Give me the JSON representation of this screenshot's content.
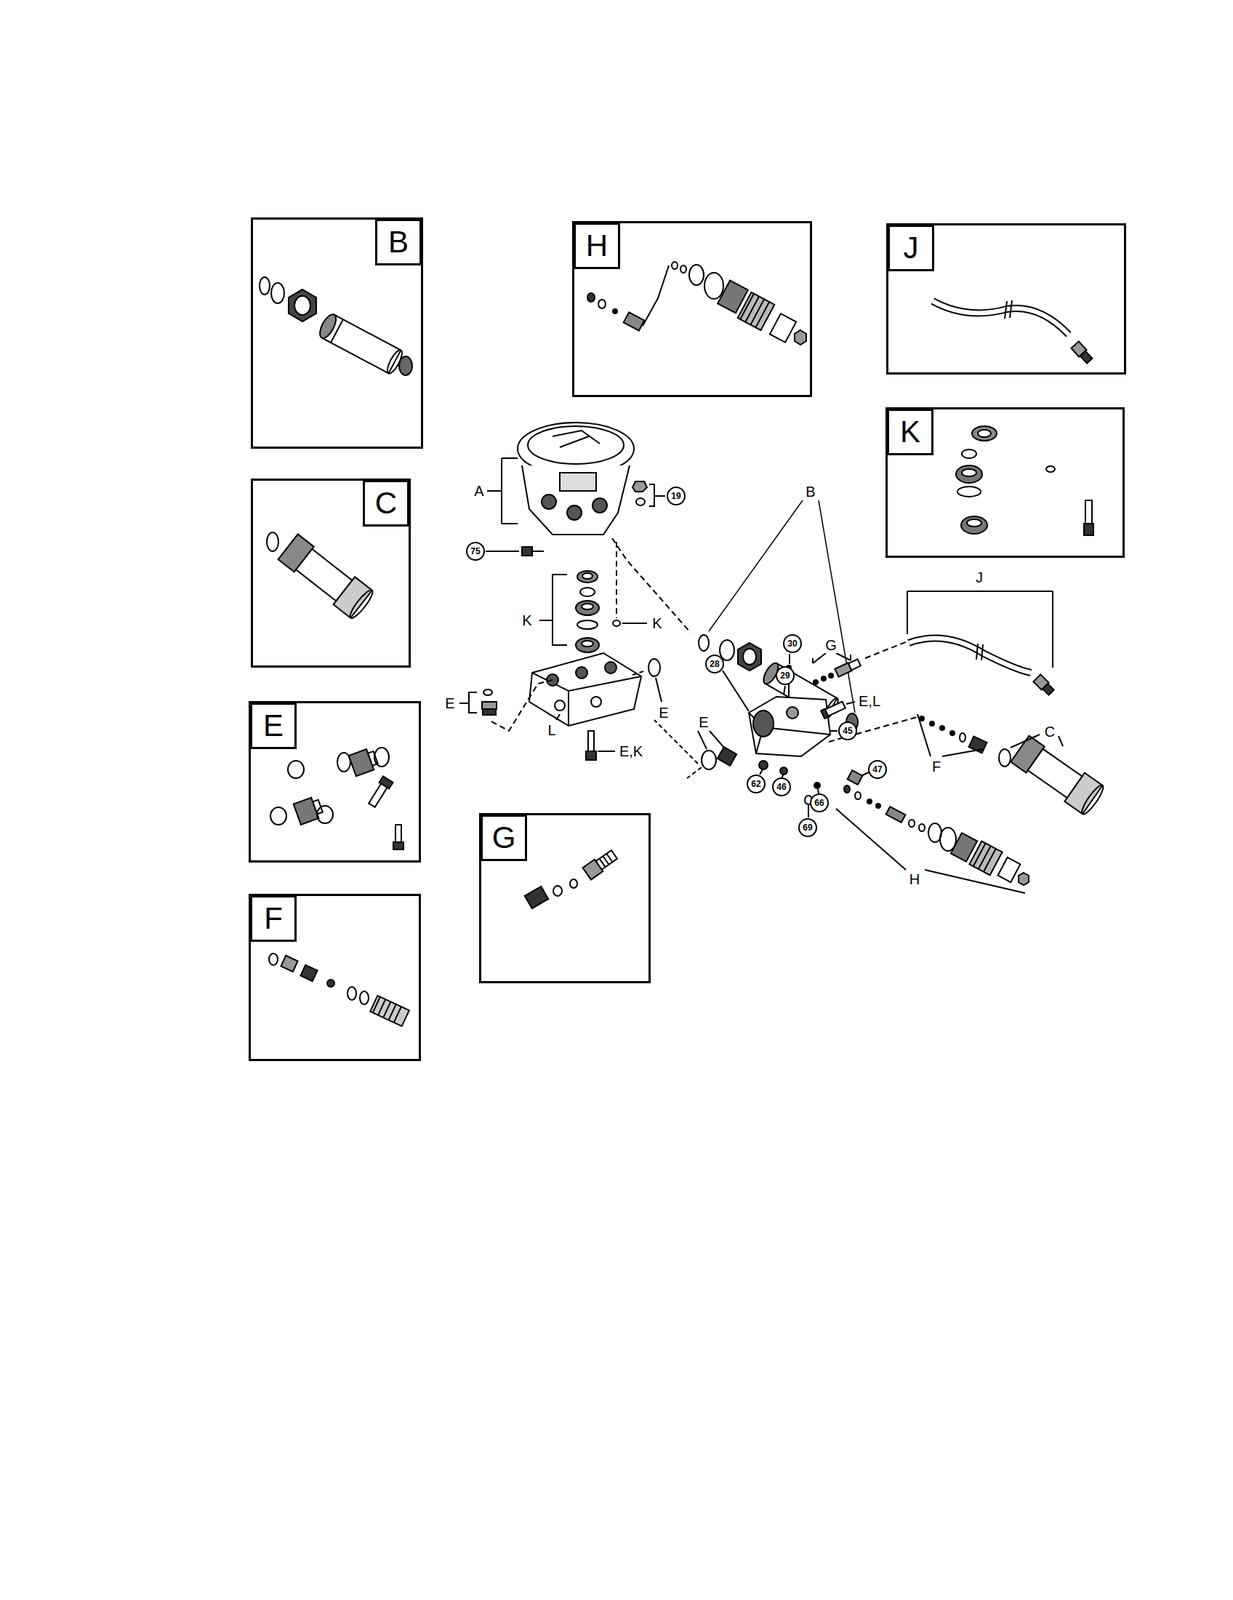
{
  "diagram": {
    "nodes": [
      {
        "text": [
          "B"
        ]
      },
      {
        "text": [
          "H"
        ]
      },
      {
        "text": [
          "J"
        ]
      },
      {
        "text": [
          "K"
        ]
      },
      {
        "text": [
          "C"
        ]
      },
      {
        "text": [
          "E"
        ]
      },
      {
        "text": [
          "F"
        ]
      },
      {
        "text": [
          "G"
        ]
      },
      {
        "text": [
          "19"
        ]
      },
      {
        "text": [
          "75"
        ]
      },
      {
        "text": [
          "30"
        ]
      },
      {
        "text": [
          "29"
        ]
      },
      {
        "text": [
          "28"
        ]
      },
      {
        "text": [
          "45"
        ]
      },
      {
        "text": [
          "62"
        ]
      },
      {
        "text": [
          "46"
        ]
      },
      {
        "text": [
          "47"
        ]
      },
      {
        "text": [
          "66"
        ]
      },
      {
        "text": [
          "69"
        ]
      }
    ],
    "labels": [
      "A",
      "B",
      "K",
      "K",
      "E",
      "E",
      "L",
      "E,K",
      "E",
      "G",
      "E,L",
      "J",
      "C",
      "F",
      "H"
    ]
  }
}
